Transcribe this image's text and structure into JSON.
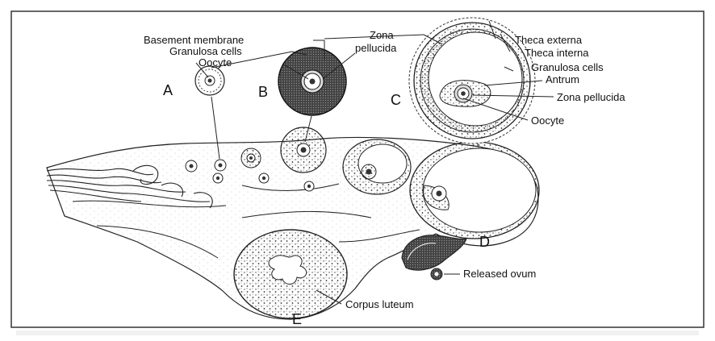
{
  "labels": {
    "basement_membrane": "Basement membrane",
    "granulosa_cells_a": "Granulosa cells",
    "oocyte_a": "Oocyte",
    "zona_pellucida_b_line1": "Zona",
    "zona_pellucida_b_line2": "pellucida",
    "theca_externa": "Theca externa",
    "theca_interna": "Theca interna",
    "granulosa_cells_c": "Granulosa cells",
    "antrum": "Antrum",
    "zona_pellucida_c": "Zona pellucida",
    "oocyte_c": "Oocyte",
    "released_ovum": "Released ovum",
    "corpus_luteum": "Corpus luteum"
  },
  "stage_letters": {
    "a": "A",
    "b": "B",
    "c": "C",
    "d": "D",
    "e": "E"
  }
}
